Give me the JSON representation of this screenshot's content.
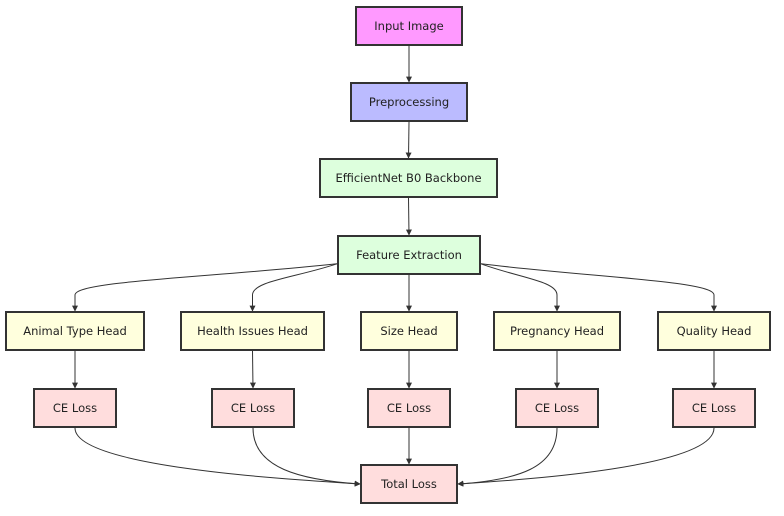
{
  "colors": {
    "input": "#ff99ff",
    "preprocess": "#bbbbff",
    "backbone": "#ddffdd",
    "head": "#ffffdd",
    "loss": "#ffdddd",
    "border": "#333333",
    "edge": "#333333"
  },
  "nodes": {
    "input": {
      "label": "Input Image",
      "kind": "input"
    },
    "preprocess": {
      "label": "Preprocessing",
      "kind": "preprocess"
    },
    "backbone": {
      "label": "EfficientNet B0 Backbone",
      "kind": "backbone"
    },
    "features": {
      "label": "Feature Extraction",
      "kind": "backbone"
    },
    "head_animal": {
      "label": "Animal Type Head",
      "kind": "head"
    },
    "head_health": {
      "label": "Health Issues Head",
      "kind": "head"
    },
    "head_size": {
      "label": "Size Head",
      "kind": "head"
    },
    "head_preg": {
      "label": "Pregnancy Head",
      "kind": "head"
    },
    "head_quality": {
      "label": "Quality Head",
      "kind": "head"
    },
    "loss_animal": {
      "label": "CE Loss",
      "kind": "loss"
    },
    "loss_health": {
      "label": "CE Loss",
      "kind": "loss"
    },
    "loss_size": {
      "label": "CE Loss",
      "kind": "loss"
    },
    "loss_preg": {
      "label": "CE Loss",
      "kind": "loss"
    },
    "loss_quality": {
      "label": "CE Loss",
      "kind": "loss"
    },
    "total": {
      "label": "Total Loss",
      "kind": "loss"
    }
  },
  "edges": [
    [
      "input",
      "preprocess"
    ],
    [
      "preprocess",
      "backbone"
    ],
    [
      "backbone",
      "features"
    ],
    [
      "features",
      "head_animal"
    ],
    [
      "features",
      "head_health"
    ],
    [
      "features",
      "head_size"
    ],
    [
      "features",
      "head_preg"
    ],
    [
      "features",
      "head_quality"
    ],
    [
      "head_animal",
      "loss_animal"
    ],
    [
      "head_health",
      "loss_health"
    ],
    [
      "head_size",
      "loss_size"
    ],
    [
      "head_preg",
      "loss_preg"
    ],
    [
      "head_quality",
      "loss_quality"
    ],
    [
      "loss_animal",
      "total"
    ],
    [
      "loss_health",
      "total"
    ],
    [
      "loss_size",
      "total"
    ],
    [
      "loss_preg",
      "total"
    ],
    [
      "loss_quality",
      "total"
    ]
  ]
}
